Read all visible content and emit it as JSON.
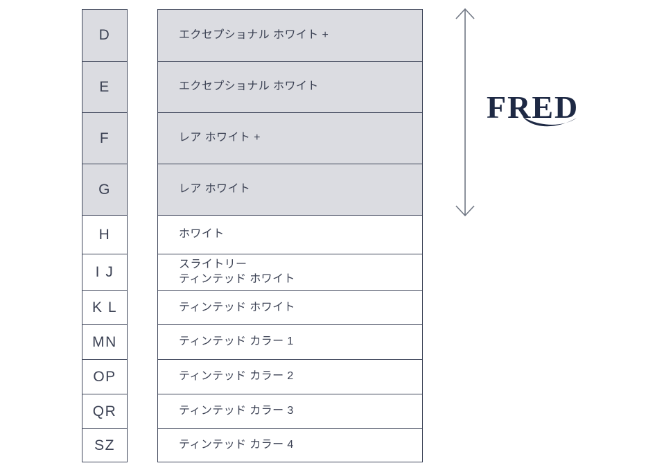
{
  "diagram": {
    "title": "diamond-color-grade-scale",
    "brand": {
      "logo_text": "FRED"
    },
    "grades": [
      {
        "letter": "D",
        "label": "エクセプショナル ホワイト +",
        "zone": "exceptional"
      },
      {
        "letter": "E",
        "label": "エクセプショナル ホワイト",
        "zone": "exceptional"
      },
      {
        "letter": "F",
        "label": "レア ホワイト +",
        "zone": "exceptional"
      },
      {
        "letter": "G",
        "label": "レア ホワイト",
        "zone": "exceptional"
      },
      {
        "letter": "H",
        "label": "ホワイト",
        "zone": "standard"
      },
      {
        "letter": "I J",
        "label": "スライトリー\nティンテッド ホワイト",
        "zone": "standard"
      },
      {
        "letter": "K L",
        "label": "ティンテッド ホワイト",
        "zone": "standard"
      },
      {
        "letter": "MN",
        "label": "ティンテッド カラー 1",
        "zone": "standard"
      },
      {
        "letter": "OP",
        "label": "ティンテッド カラー 2",
        "zone": "standard"
      },
      {
        "letter": "QR",
        "label": "ティンテッド カラー 3",
        "zone": "standard"
      },
      {
        "letter": "SZ",
        "label": "ティンテッド カラー 4",
        "zone": "standard"
      }
    ],
    "colors": {
      "highlight_fill": "#dbdce1",
      "line": "#3a4156",
      "text": "#3c4254",
      "logo_navy": "#1e2944",
      "arrow": "#6f7683"
    }
  }
}
